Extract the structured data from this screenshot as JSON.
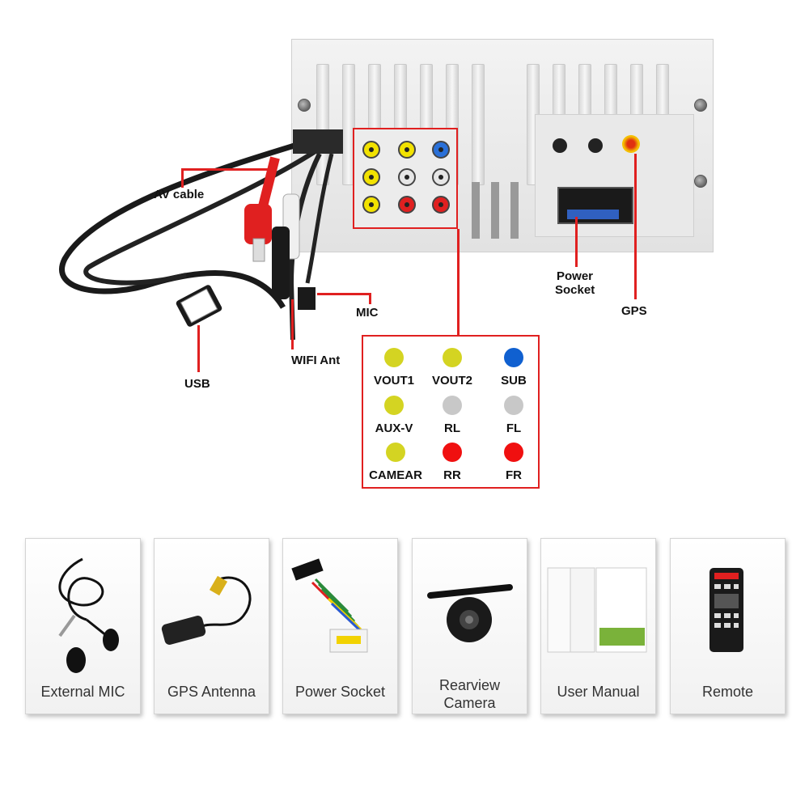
{
  "callouts": {
    "av_cable": "AV cable",
    "mic": "MIC",
    "wifi_ant": "WIFI Ant",
    "usb": "USB",
    "power_socket_line1": "Power",
    "power_socket_line2": "Socket",
    "gps": "GPS"
  },
  "legend": {
    "items": [
      {
        "label": "VOUT1",
        "color": "#d4d422"
      },
      {
        "label": "VOUT2",
        "color": "#d4d422"
      },
      {
        "label": "SUB",
        "color": "#1060d0"
      },
      {
        "label": "AUX-V",
        "color": "#d4d422"
      },
      {
        "label": "RL",
        "color": "#c8c8c8"
      },
      {
        "label": "FL",
        "color": "#c8c8c8"
      },
      {
        "label": "CAMEAR",
        "color": "#d4d422"
      },
      {
        "label": "RR",
        "color": "#f01010"
      },
      {
        "label": "FR",
        "color": "#f01010"
      }
    ]
  },
  "accessories": {
    "items": [
      {
        "line1": "External MIC",
        "line2": ""
      },
      {
        "line1": "GPS Antenna",
        "line2": ""
      },
      {
        "line1": "Power Socket",
        "line2": ""
      },
      {
        "line1": "Rearview",
        "line2": "Camera"
      },
      {
        "line1": "User Manual",
        "line2": ""
      },
      {
        "line1": "Remote",
        "line2": ""
      }
    ]
  },
  "colors": {
    "accent": "#e02020"
  }
}
